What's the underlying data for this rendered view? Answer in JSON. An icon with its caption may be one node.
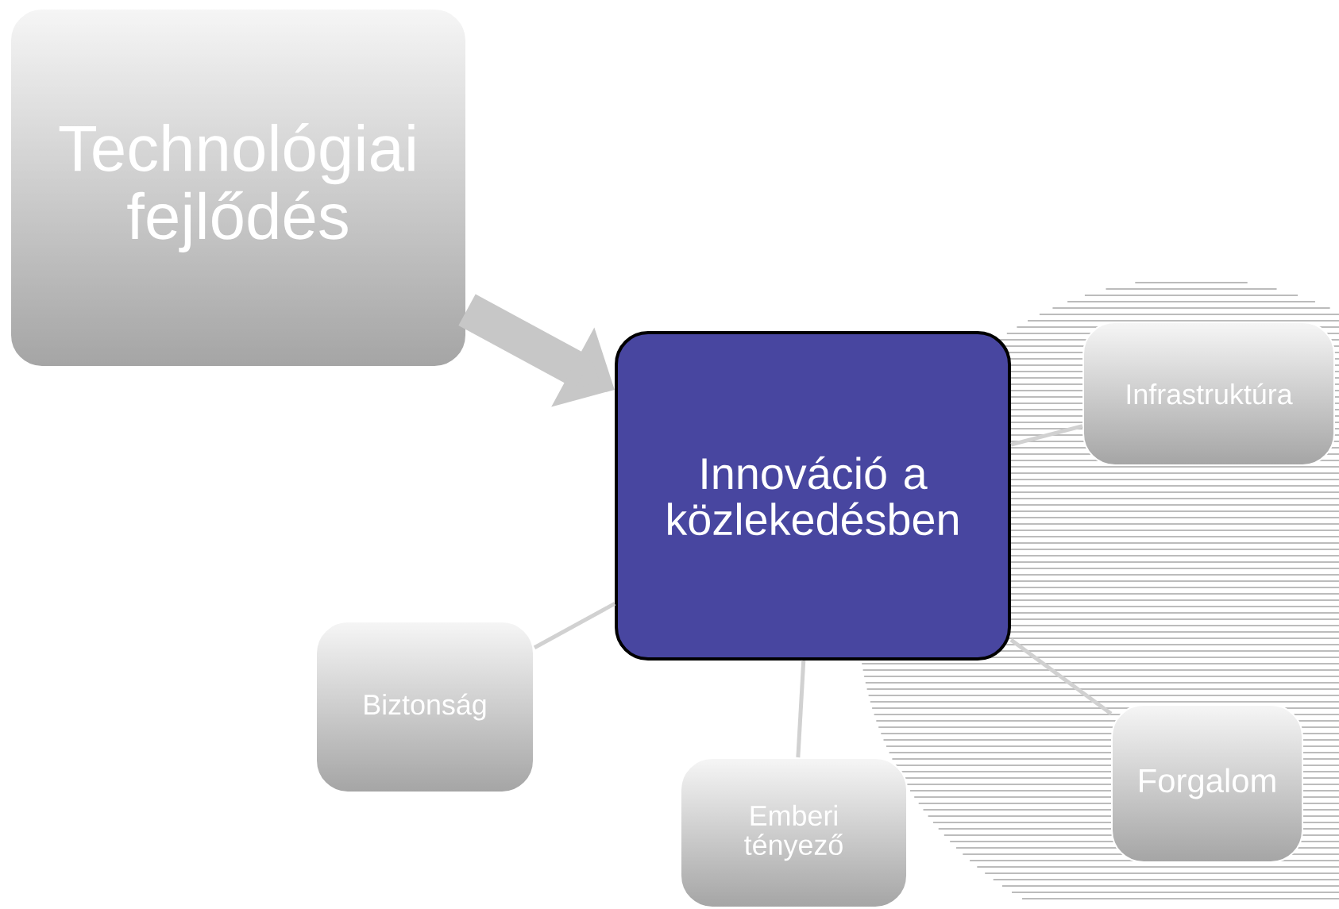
{
  "diagram": {
    "nodes": [
      {
        "text": [
          "Technológiai fejlődés"
        ]
      },
      {
        "text": [
          "Innováció a közlekedésben"
        ]
      },
      {
        "text": [
          "Infrastruktúra"
        ]
      },
      {
        "text": [
          "Biztonság"
        ]
      },
      {
        "text": [
          "Emberi tényező"
        ]
      },
      {
        "text": [
          "Forgalom"
        ]
      }
    ],
    "edges": [
      {
        "from": 0,
        "to": 1,
        "arrow": "to",
        "style": "thick"
      },
      {
        "from": 1,
        "to": 2,
        "arrow": "none"
      },
      {
        "from": 1,
        "to": 3,
        "arrow": "none"
      },
      {
        "from": 1,
        "to": 4,
        "arrow": "none"
      },
      {
        "from": 1,
        "to": 5,
        "arrow": "none"
      }
    ]
  }
}
